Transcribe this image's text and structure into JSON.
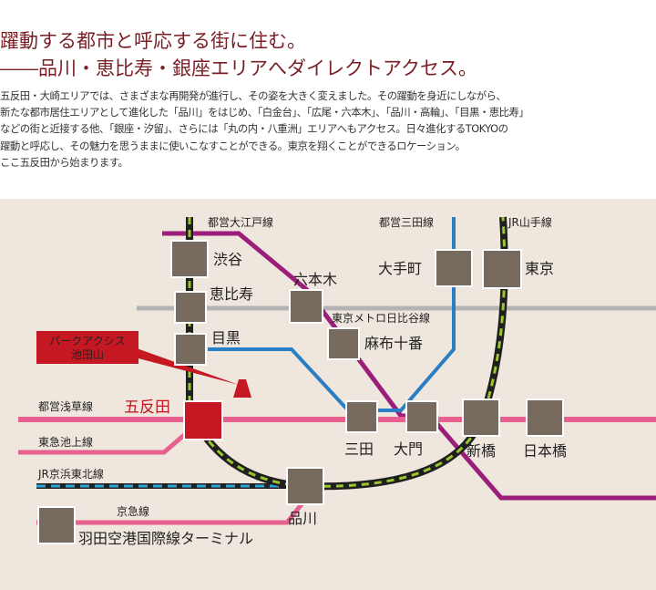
{
  "heading": {
    "line1": "躍動する都市と呼応する街に住む。",
    "line2": "――品川・恵比寿・銀座エリアへダイレクトアクセス。"
  },
  "intro": {
    "lines": [
      "五反田・大崎エリアでは、さまざまな再開発が進行し、その姿を大きく変えました。その躍動を身近にしながら、",
      "新たな都市居住エリアとして進化した「品川」をはじめ、「白金台」、「広尾・六本木」、「品川・高輪」、「目黒・恵比寿」",
      "などの街と近接する他、「銀座・汐留」、さらには「丸の内・八重洲」エリアへもアクセス。日々進化するTOKYOの",
      "躍動と呼応し、その魅力を思うままに使いこなすことができる。東京を翔くことができるロケーション。",
      "ここ五反田から始まります。"
    ]
  },
  "map": {
    "colors": {
      "background": "#efe6dd",
      "station_box": "#766b5e",
      "station_box_border": "#ffffff",
      "yamanote": "#9ac62b",
      "oedo": "#9b1e7a",
      "hibiya": "#b3b3b3",
      "mita": "#2a7fc4",
      "asakusa": "#e8608f",
      "ikegami": "#e8608f",
      "keihin_tohoku": "#2aa4d8",
      "keikyu": "#e8608f",
      "gotanda": "#c51823",
      "callout": "#c51823"
    },
    "lines": {
      "oedo": "都営大江戸線",
      "mita": "都営三田線",
      "yamanote": "JR山手線",
      "hibiya": "東京メトロ日比谷線",
      "asakusa": "都営浅草線",
      "ikegami": "東急池上線",
      "keihin_tohoku": "JR京浜東北線",
      "keikyu": "京急線"
    },
    "stations": {
      "shibuya": "渋谷",
      "roppongi": "六本木",
      "otemachi": "大手町",
      "tokyo": "東京",
      "ebisu": "恵比寿",
      "azabu_juban": "麻布十番",
      "meguro": "目黒",
      "gotanda": "五反田",
      "mita": "三田",
      "daimon": "大門",
      "shimbashi": "新橋",
      "nihombashi": "日本橋",
      "shinagawa": "品川",
      "haneda": "羽田空港国際線ターミナル"
    },
    "callout": {
      "line1": "パークアクシス",
      "line2": "池田山"
    }
  }
}
